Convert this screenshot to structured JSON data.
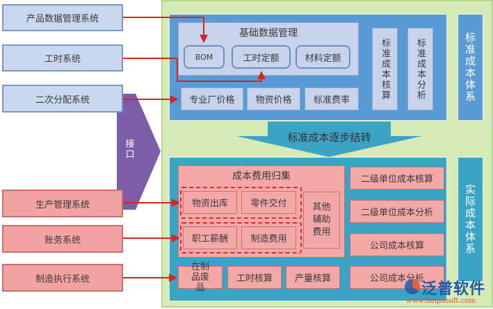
{
  "external_systems": {
    "blue": [
      "产品数据管理系统",
      "工时系统",
      "二次分配系统"
    ],
    "pink": [
      "生产管理系统",
      "账务系统",
      "制造执行系统"
    ]
  },
  "interface_label": "接口",
  "standard": {
    "basic_data_title": "基础数据管理",
    "basic_items": [
      "BOM",
      "工时定额",
      "材料定额"
    ],
    "price_items": [
      "专业厂价格",
      "物资价格",
      "标准费率"
    ],
    "vertical_items": [
      "标准成本核算",
      "标准成本分析"
    ],
    "system_label": "标准成本体系"
  },
  "transfer_label": "标准成本逐步结转",
  "actual": {
    "collection_title": "成本费用归集",
    "group1": [
      "物资出库",
      "零件交付"
    ],
    "group2": [
      "职工薪酬",
      "制造费用"
    ],
    "other": "其他辅助费用",
    "bottom_items": [
      "在制品废品",
      "工时核算",
      "产量核算"
    ],
    "right_items": [
      "二级单位成本核算",
      "二级单位成本分析",
      "公司成本核算",
      "公司成本分析"
    ],
    "system_label": "实际成本体系"
  },
  "logo": {
    "name": "泛普软件",
    "url": "www.fanpusoft.com"
  },
  "colors": {
    "green_bg": "#d5eab6",
    "standard_panel": "#5b9bd5",
    "actual_panel": "#3ba3c4",
    "arrow": "#d42525",
    "interface": "#7b5ea7"
  }
}
